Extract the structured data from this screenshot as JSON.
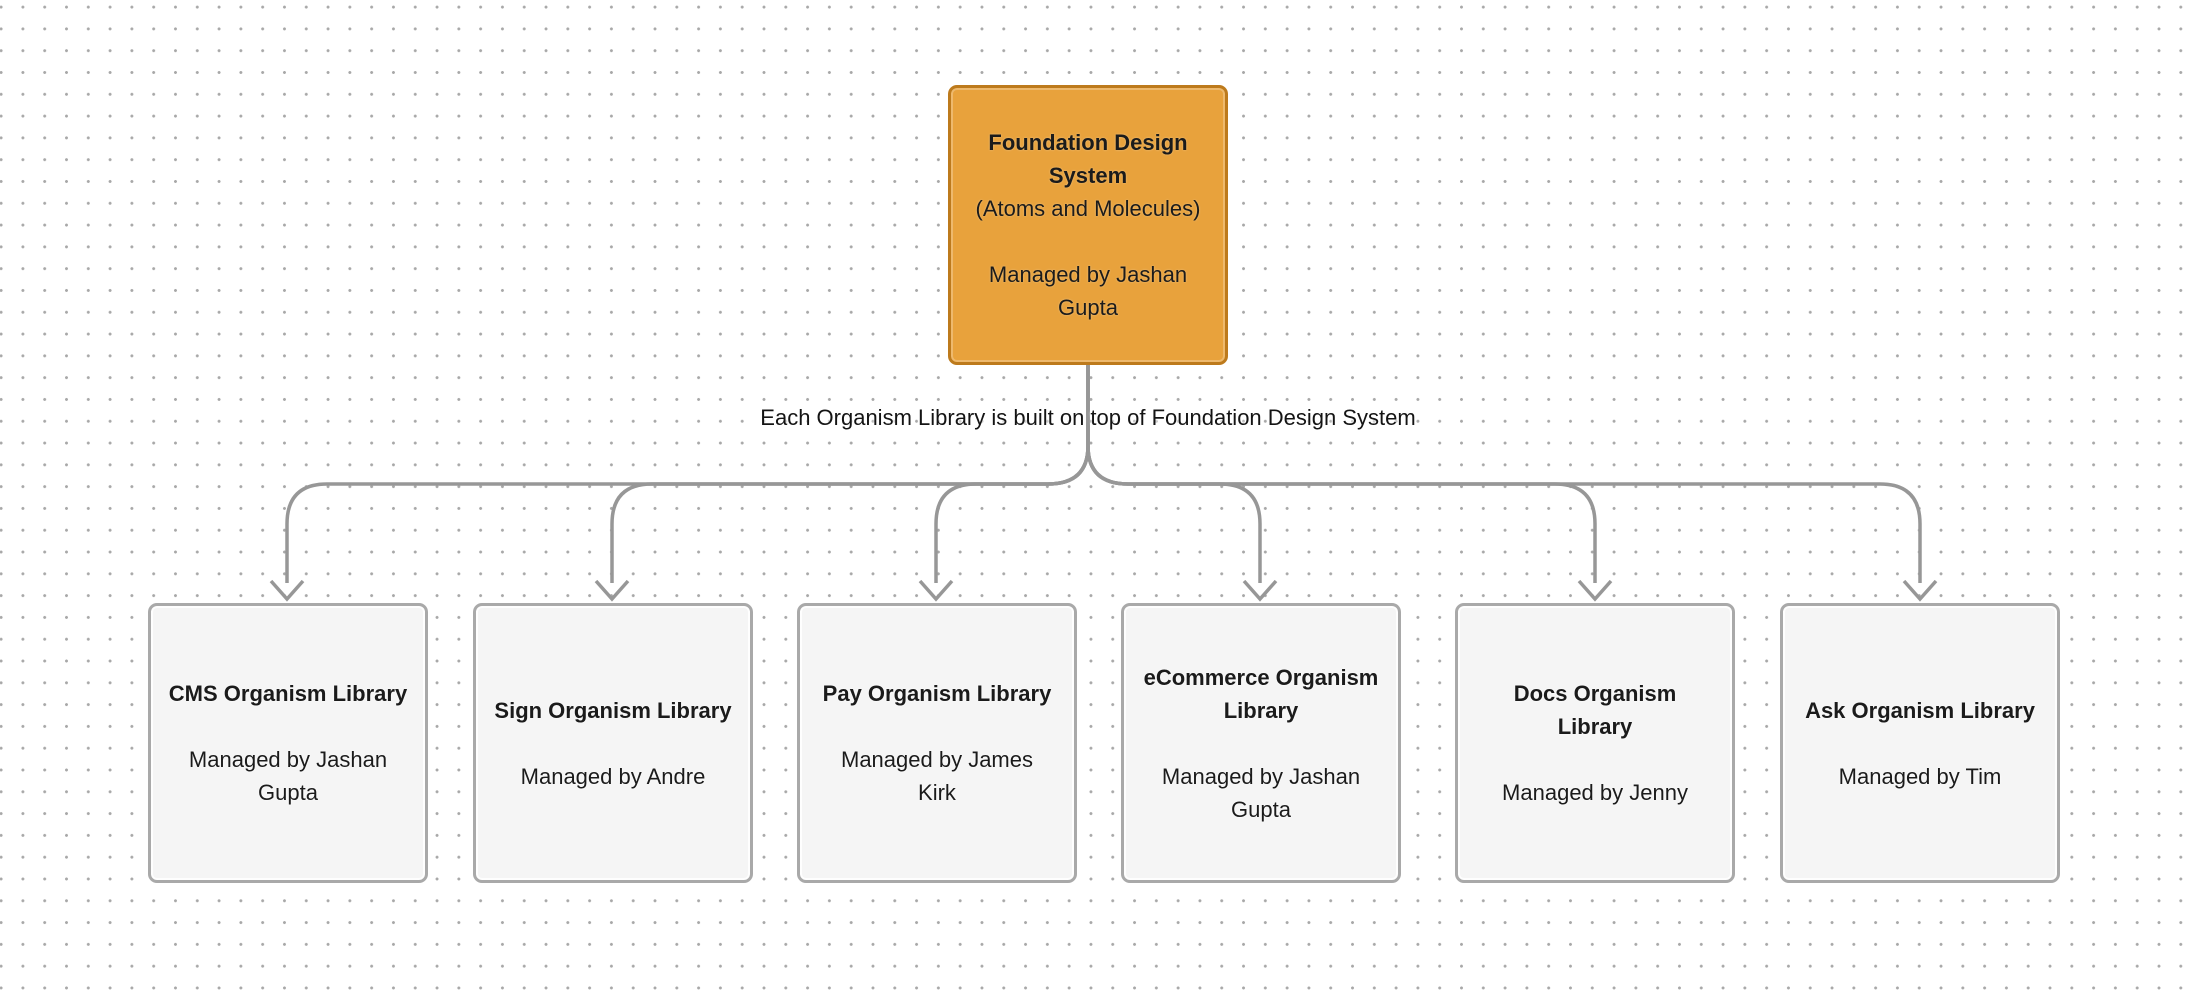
{
  "canvas": {
    "background_color": "#ffffff",
    "dot_color": "#a8a8a8"
  },
  "colors": {
    "root_fill": "#e8a23c",
    "root_border": "#bd7a1c",
    "child_fill": "#f5f5f5",
    "child_border": "#a9a9a9",
    "connector": "#979797",
    "text": "#1b1b1b"
  },
  "root_node": {
    "title": "Foundation Design System",
    "subtitle": "(Atoms and Molecules)",
    "manager": "Managed by Jashan Gupta"
  },
  "annotation": {
    "text": "Each Organism Library is built on top of Foundation Design System"
  },
  "child_nodes": [
    {
      "title": "CMS Organism Library",
      "manager": "Managed by Jashan Gupta"
    },
    {
      "title": "Sign Organism Library",
      "manager": "Managed by Andre"
    },
    {
      "title": "Pay Organism Library",
      "manager": "Managed by James Kirk"
    },
    {
      "title": "eCommerce Organism Library",
      "manager": "Managed by Jashan Gupta"
    },
    {
      "title": "Docs Organism Library",
      "manager": "Managed by Jenny"
    },
    {
      "title": "Ask Organism Library",
      "manager": "Managed by Tim"
    }
  ]
}
